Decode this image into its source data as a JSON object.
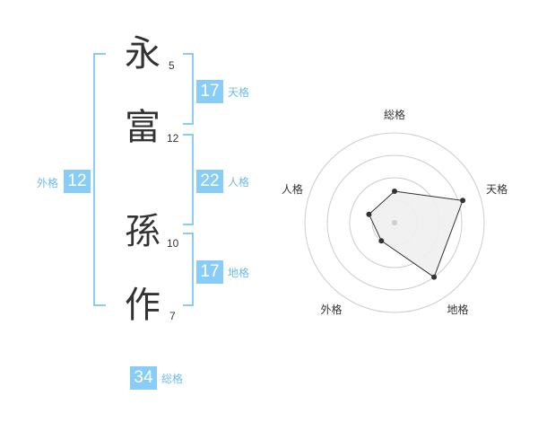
{
  "name": {
    "chars": [
      {
        "char": "永",
        "strokes": "5"
      },
      {
        "char": "富",
        "strokes": "12"
      },
      {
        "char": "孫",
        "strokes": "10"
      },
      {
        "char": "作",
        "strokes": "7"
      }
    ]
  },
  "fortune": {
    "tenkaku": {
      "value": "17",
      "label": "天格"
    },
    "jinkaku": {
      "value": "22",
      "label": "人格"
    },
    "chikaku": {
      "value": "17",
      "label": "地格"
    },
    "gaikaku": {
      "value": "12",
      "label": "外格"
    },
    "soukaku": {
      "value": "34",
      "label": "総格"
    }
  },
  "colors": {
    "accent": "#87cdf8",
    "accent_text": "#6dbde8",
    "text": "#333333",
    "grid": "#cccccc"
  },
  "chart_data": {
    "type": "radar",
    "axes": [
      "総格",
      "天格",
      "地格",
      "外格",
      "人格"
    ],
    "values": [
      0.35,
      0.8,
      0.75,
      0.25,
      0.3
    ],
    "rings": 4,
    "range": [
      0,
      1
    ]
  }
}
